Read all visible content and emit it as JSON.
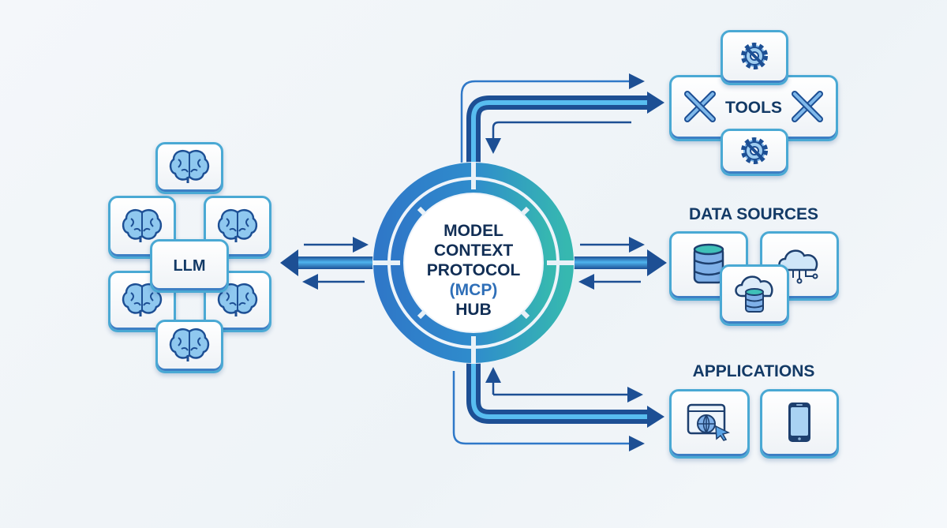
{
  "llm": {
    "label": "LLM"
  },
  "hub": {
    "line1": "MODEL",
    "line2": "CONTEXT",
    "line3": "PROTOCOL",
    "line4": "(MCP)",
    "line5": "HUB"
  },
  "tools": {
    "label": "TOOLS"
  },
  "data_sources": {
    "label": "DATA SOURCES"
  },
  "applications": {
    "label": "APPLICATIONS"
  },
  "colors": {
    "navy": "#133a66",
    "blue": "#2f78c8",
    "teal": "#36b8b0",
    "border": "#4aa9d4"
  }
}
